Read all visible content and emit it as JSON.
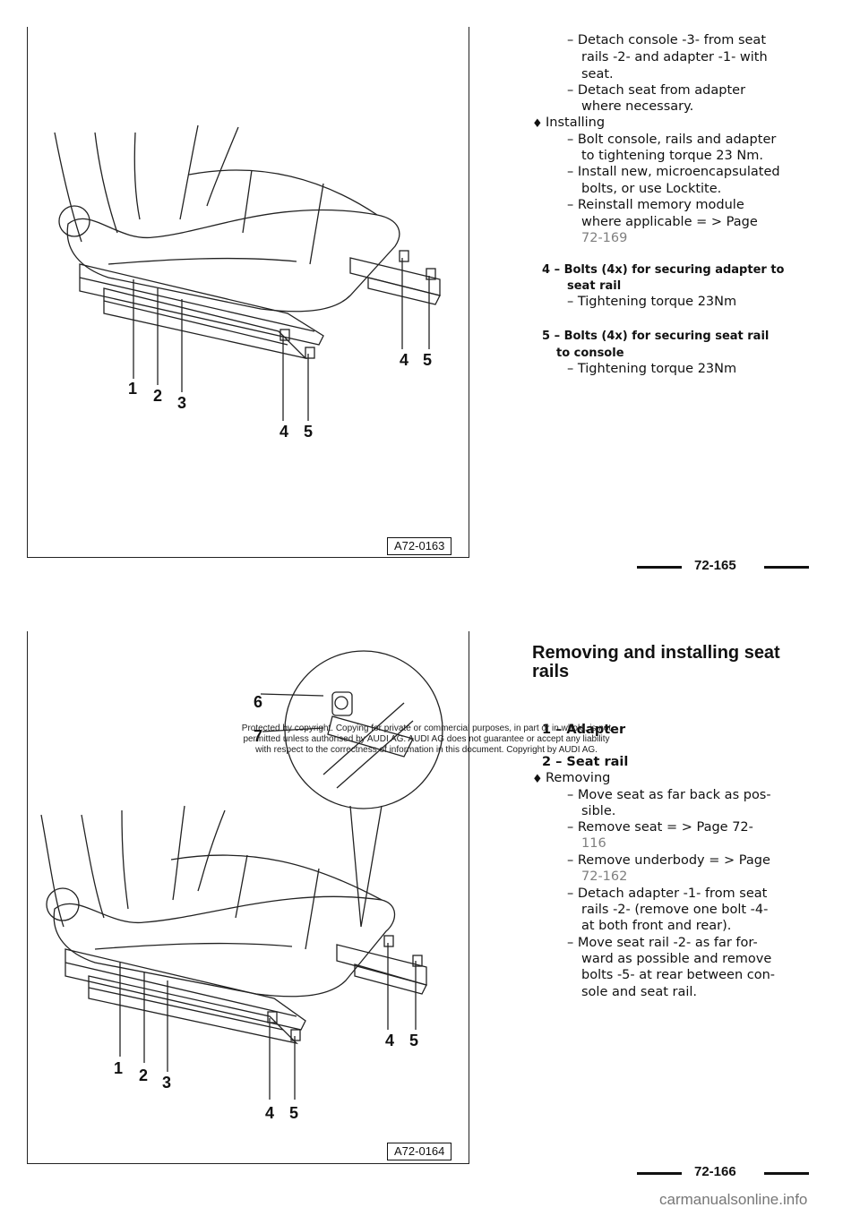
{
  "page1": {
    "text": [
      "– Detach console -3- from seat",
      "rails -2- and adapter -1- with",
      "seat.",
      "– Detach seat from adapter",
      "where necessary.",
      "Installing",
      "– Bolt console, rails and adapter",
      "to tightening torque 23 Nm.",
      "– Install new, microencapsulated",
      "bolts, or use Locktite.",
      "– Reinstall memory module",
      "where applicable = > Page",
      "72-169",
      "4 – Bolts (4x) for securing adapter to",
      "seat rail",
      "– Tightening torque 23Nm",
      "5 – Bolts (4x) for securing seat rail",
      "to console",
      "– Tightening torque 23Nm"
    ],
    "figure_code": "A72-0163",
    "figure_labels": [
      "1",
      "2",
      "3",
      "4",
      "5",
      "4",
      "5"
    ],
    "page_number": "72-165"
  },
  "page2": {
    "heading": [
      "Removing and installing seat",
      "rails"
    ],
    "text": [
      "1 – Adapter",
      "2 – Seat rail",
      "Removing",
      "– Move seat as far back as pos-",
      "sible.",
      "– Remove seat = > Page 72-",
      "116",
      "– Remove underbody = > Page",
      "72-162",
      "– Detach adapter -1- from seat",
      "rails -2- (remove one bolt -4-",
      "at both front and rear).",
      "– Move seat rail -2- as far for-",
      "ward as possible and remove",
      "bolts -5- at rear between con-",
      "sole and seat rail."
    ],
    "figure_code": "A72-0164",
    "figure_labels": [
      "6",
      "7",
      "1",
      "2",
      "3",
      "4",
      "5",
      "4",
      "5"
    ],
    "page_number": "72-166"
  },
  "watermark": [
    "Protected by copyright. Copying for private or commercial purposes, in part or in whole, is not",
    "permitted unless authorised by AUDI AG. AUDI AG does not guarantee or accept any liability",
    "with respect to the correctness of information in this document. Copyright by AUDI AG."
  ],
  "footer": "carmanualsonline.info"
}
